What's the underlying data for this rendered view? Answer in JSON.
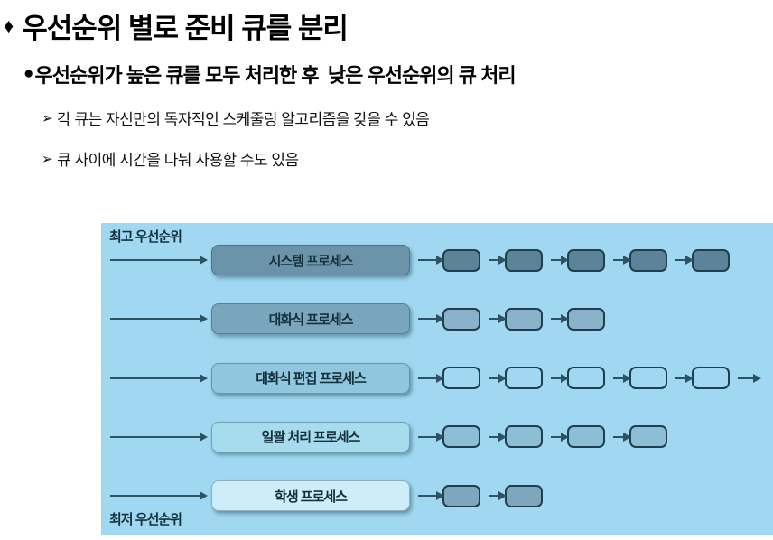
{
  "slide": {
    "title": {
      "marker": "♦",
      "text": "우선순위 별로 준비 큐를 분리"
    },
    "bullet": {
      "marker": "●",
      "text": "우선순위가 높은 큐를 모두 처리한 후  낮은 우선순위의 큐 처리"
    },
    "sub_bullets": [
      {
        "marker": "➢",
        "text": "각 큐는 자신만의 독자적인 스케줄링 알고리즘을 갖을 수 있음"
      },
      {
        "marker": "➢",
        "text": "큐 사이에 시간을 나눠 사용할 수도 있음"
      }
    ]
  },
  "diagram": {
    "background_color": "#9fd8f0",
    "arrow_color": "#2f5263",
    "process_border_color": "#1f3e4e",
    "top_label": "최고 우선순위",
    "bottom_label": "최저 우선순위",
    "rows": [
      {
        "label": "시스템 프로세스",
        "queue_fill": "#6b94aa",
        "process_fill": "#5b8499",
        "process_count": 5,
        "trailing_arrow": false
      },
      {
        "label": "대화식 프로세스",
        "queue_fill": "#79a6bd",
        "process_fill": "#8ab3cb",
        "process_count": 3,
        "trailing_arrow": false
      },
      {
        "label": "대화식 편집 프로세스",
        "queue_fill": "#90c7df",
        "process_fill": "#9fd8f0",
        "process_count": 5,
        "trailing_arrow": true
      },
      {
        "label": "일괄 처리 프로세스",
        "queue_fill": "#a7dbee",
        "process_fill": "#8cbed6",
        "process_count": 4,
        "trailing_arrow": false
      },
      {
        "label": "학생 프로세스",
        "queue_fill": "#cdeef9",
        "process_fill": "#7ea7be",
        "process_count": 2,
        "trailing_arrow": false
      }
    ]
  }
}
